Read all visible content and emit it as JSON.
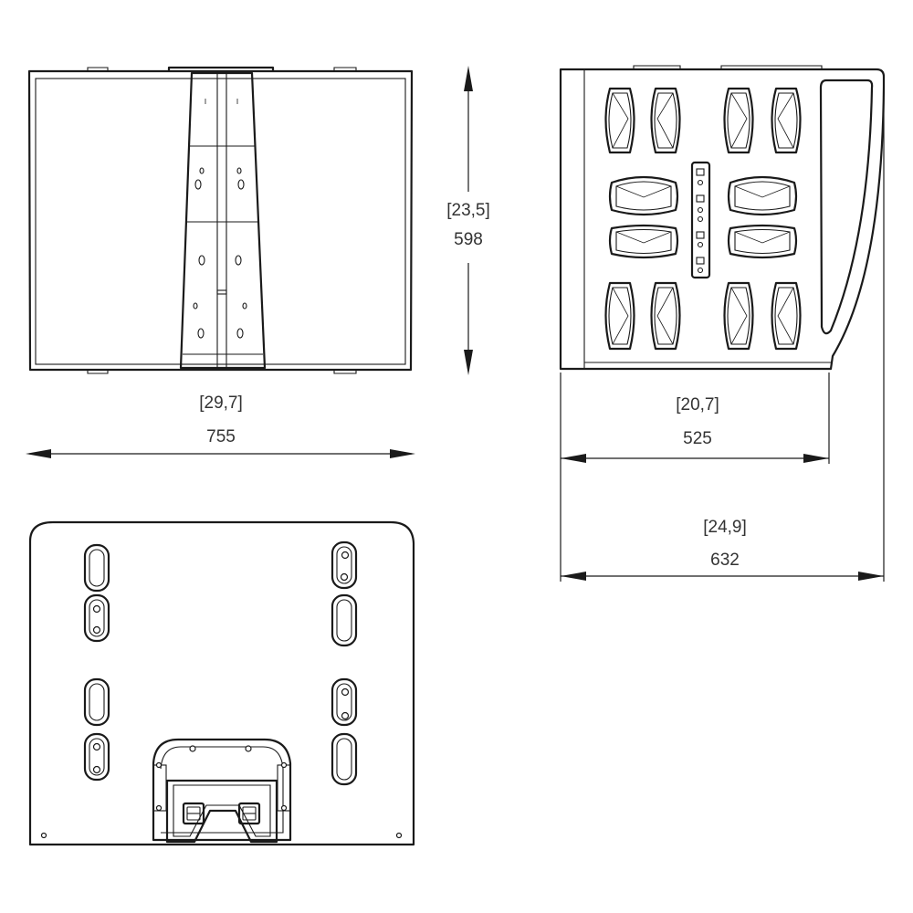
{
  "dimensions": {
    "front_height_inch": "[23,5]",
    "front_height_mm": "598",
    "front_width_inch": "[29,7]",
    "front_width_mm": "755",
    "side_depth_inch": "[20,7]",
    "side_depth_mm": "525",
    "side_total_inch": "[24,9]",
    "side_total_mm": "632"
  },
  "colors": {
    "line": "#1a1a1a",
    "text": "#333333",
    "background": "#ffffff"
  }
}
